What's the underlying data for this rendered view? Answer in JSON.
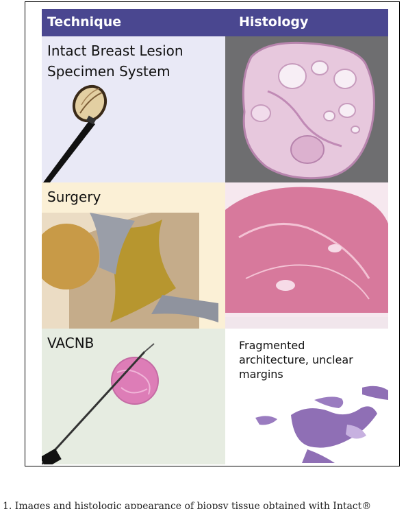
{
  "table": {
    "headers": {
      "technique": "Technique",
      "histology": "Histology"
    },
    "rows": [
      {
        "technique_line1": "Intact Breast Lesion",
        "technique_line2": "Specimen System",
        "histology_note": ""
      },
      {
        "technique_line1": "Surgery",
        "technique_line2": "",
        "histology_note": ""
      },
      {
        "technique_line1": "VACNB",
        "technique_line2": "",
        "histology_note_lines": [
          "Fragmented",
          "architecture, unclear",
          "margins"
        ]
      }
    ]
  },
  "colors": {
    "header_bg": "#4a4790",
    "row1_bg": "#e9e9f6",
    "row2_bg": "#fbf0d6",
    "row3_bg": "#e6ece1",
    "histology1_bg": "#6e6e70"
  },
  "caption": {
    "text": "1. Images and histologic appearance of biopsy tissue obtained with Intact®"
  }
}
